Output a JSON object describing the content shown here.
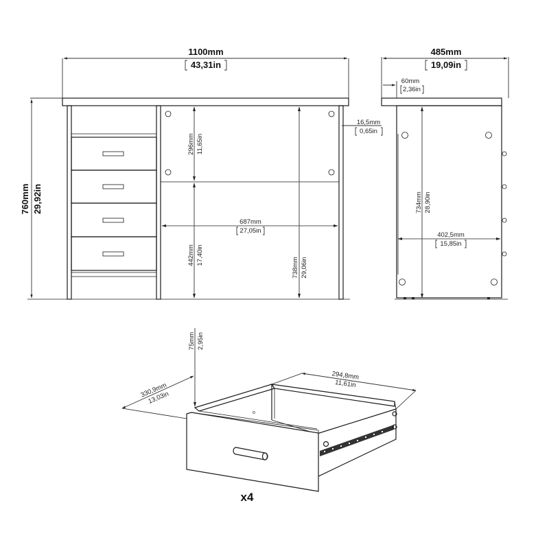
{
  "front_view": {
    "width": {
      "mm": "1100mm",
      "in": "43,31in"
    },
    "height": {
      "mm": "760mm",
      "in": "29,92in"
    },
    "upper_opening": {
      "mm": "296mm",
      "in": "11,65in"
    },
    "top_overhang": {
      "mm": "16,5mm",
      "in": "0,65in"
    },
    "kneehole_width": {
      "mm": "687mm",
      "in": "27,05in"
    },
    "kneehole_height": {
      "mm": "442mm",
      "in": "17,40in"
    },
    "under_top_height": {
      "mm": "738mm",
      "in": "29,06in"
    },
    "drawer_count": 4
  },
  "side_view": {
    "depth": {
      "mm": "485mm",
      "in": "19,09in"
    },
    "back_offset": {
      "mm": "60mm",
      "in": "2,36in"
    },
    "side_height": {
      "mm": "734mm",
      "in": "28,90in"
    },
    "inner_depth": {
      "mm": "402,5mm",
      "in": "15,85in"
    }
  },
  "drawer_detail": {
    "height": {
      "mm": "75mm",
      "in": "2,95in"
    },
    "depth": {
      "mm": "330,9mm",
      "in": "13,03in"
    },
    "width": {
      "mm": "294,8mm",
      "in": "11,61in"
    },
    "quantity_label": "x4"
  }
}
